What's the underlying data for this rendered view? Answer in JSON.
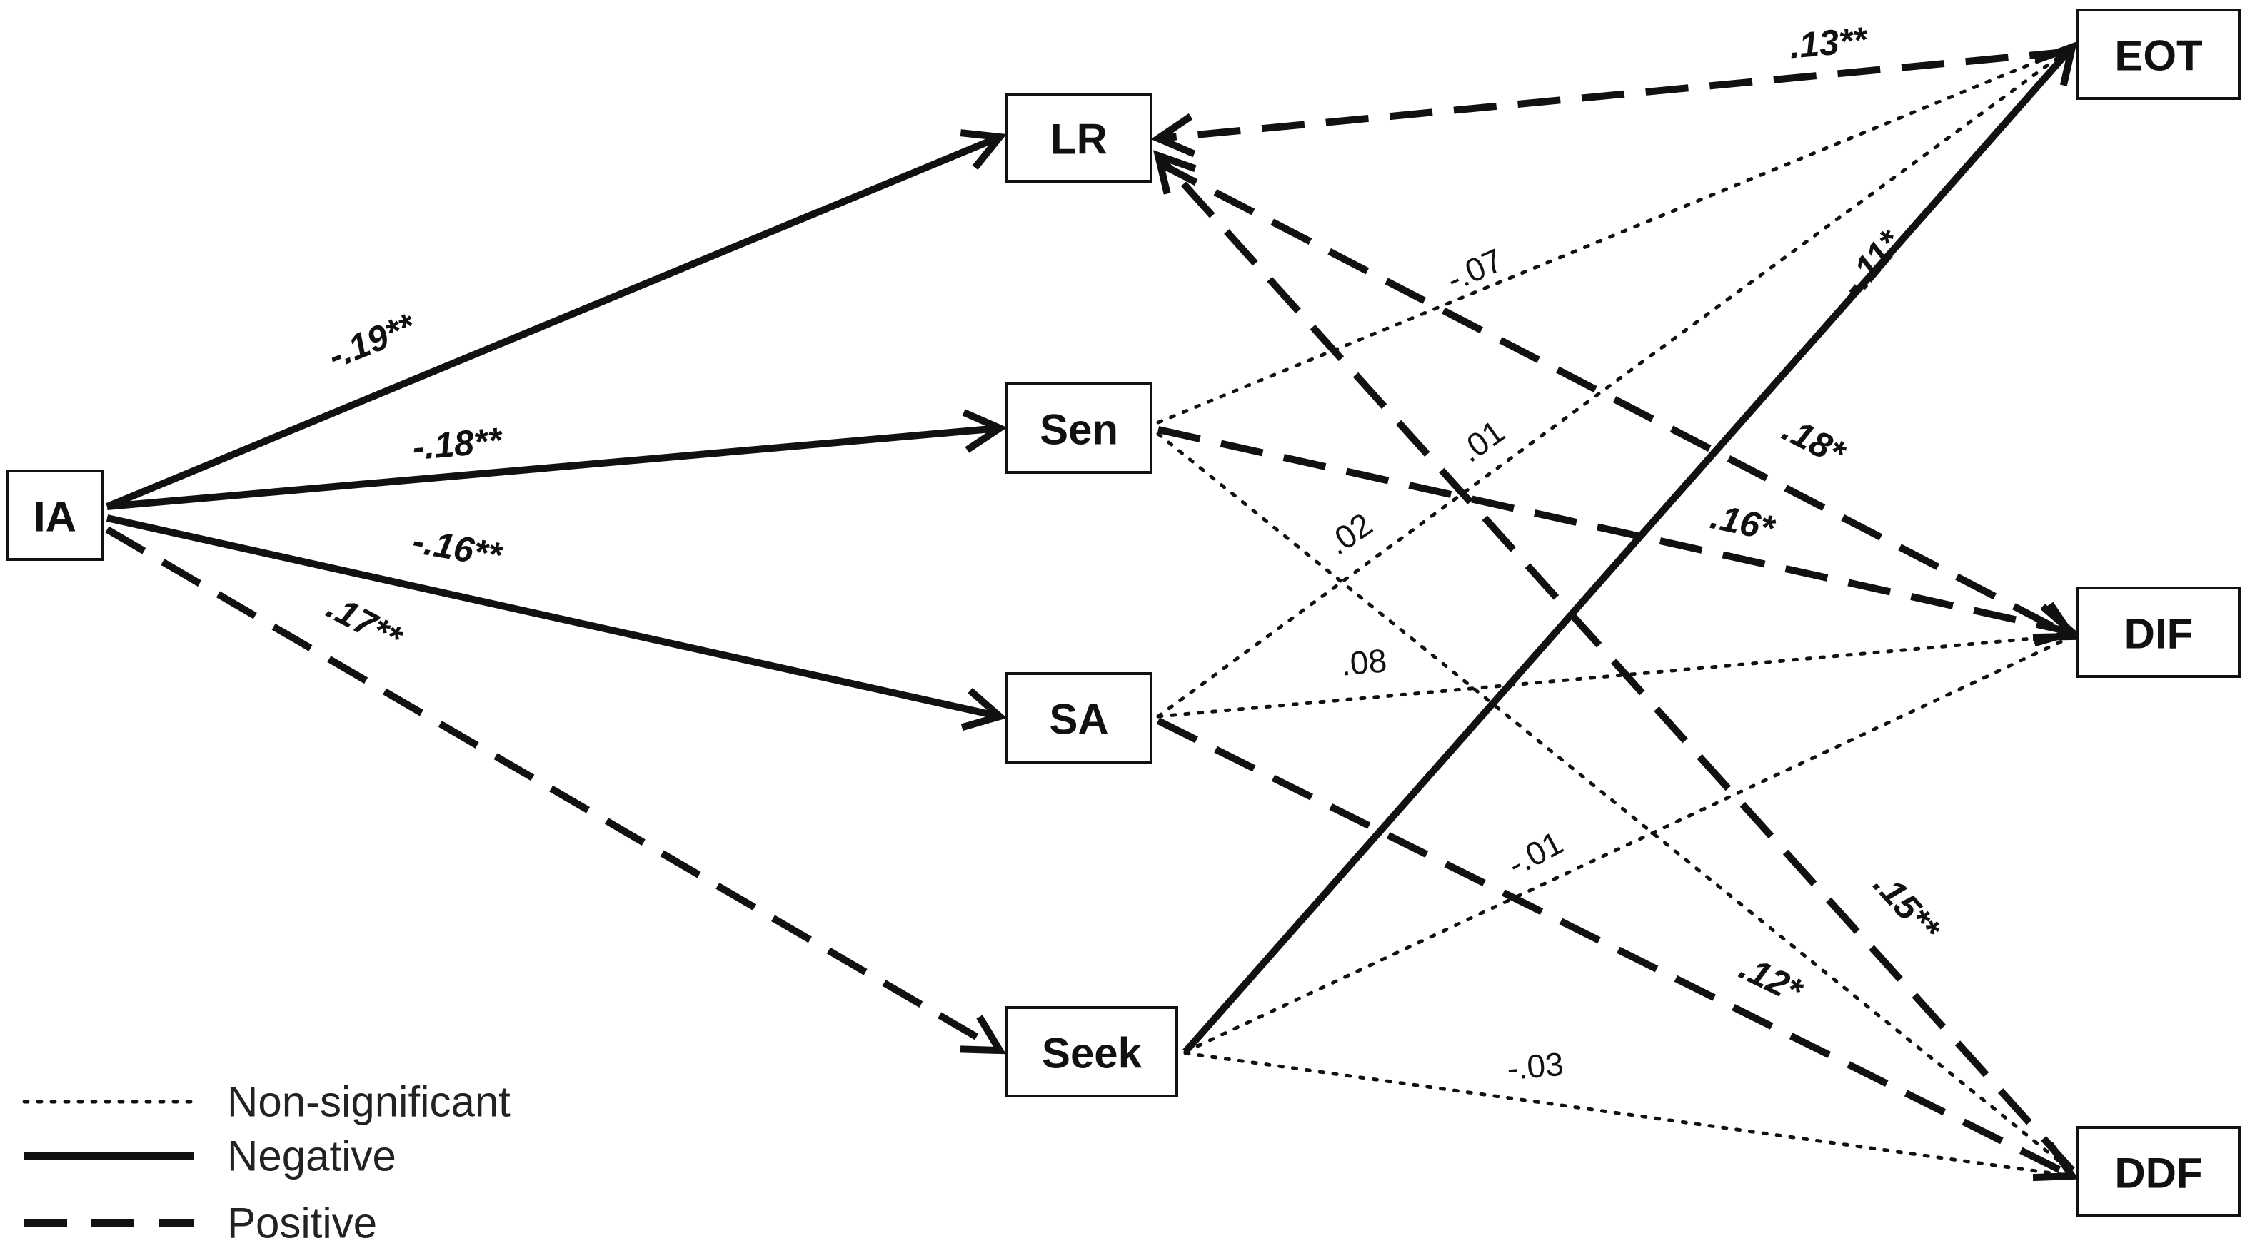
{
  "nodes": {
    "ia": "IA",
    "lr": "LR",
    "sen": "Sen",
    "sa": "SA",
    "seek": "Seek",
    "eot": "EOT",
    "dif": "DIF",
    "ddf": "DDF"
  },
  "paths": [
    {
      "from": "ia",
      "to": "lr",
      "label": "-.19**",
      "style": "negative"
    },
    {
      "from": "ia",
      "to": "sen",
      "label": "-.18**",
      "style": "negative"
    },
    {
      "from": "ia",
      "to": "sa",
      "label": "-.16**",
      "style": "negative"
    },
    {
      "from": "ia",
      "to": "seek",
      "label": ".17**",
      "style": "positive"
    },
    {
      "from": "ddf",
      "to": "lr",
      "label": ".15**",
      "style": "positive"
    },
    {
      "from": "eot",
      "to": "lr",
      "label": ".13**",
      "style": "positive"
    },
    {
      "from": "lr",
      "to": "dif",
      "label": ".18*",
      "style": "positive"
    },
    {
      "from": "sen",
      "to": "dif",
      "label": ".16*",
      "style": "positive"
    },
    {
      "from": "sa",
      "to": "ddf",
      "label": ".12*",
      "style": "positive"
    },
    {
      "from": "seek",
      "to": "eot",
      "label": "-.11*",
      "style": "negative"
    },
    {
      "from": "sen",
      "to": "eot",
      "label": "-.07",
      "style": "non-significant"
    },
    {
      "from": "sa",
      "to": "eot",
      "label": ".01",
      "style": "non-significant"
    },
    {
      "from": "sen",
      "to": "ddf",
      "label": ".02",
      "style": "non-significant"
    },
    {
      "from": "sa",
      "to": "dif",
      "label": ".08",
      "style": "non-significant"
    },
    {
      "from": "seek",
      "to": "dif",
      "label": "-.01",
      "style": "non-significant"
    },
    {
      "from": "seek",
      "to": "ddf",
      "label": "-.03",
      "style": "non-significant"
    }
  ],
  "legend": [
    {
      "style": "non-significant",
      "label": "Non-significant"
    },
    {
      "style": "negative",
      "label": "Negative"
    },
    {
      "style": "positive",
      "label": "Positive"
    }
  ]
}
